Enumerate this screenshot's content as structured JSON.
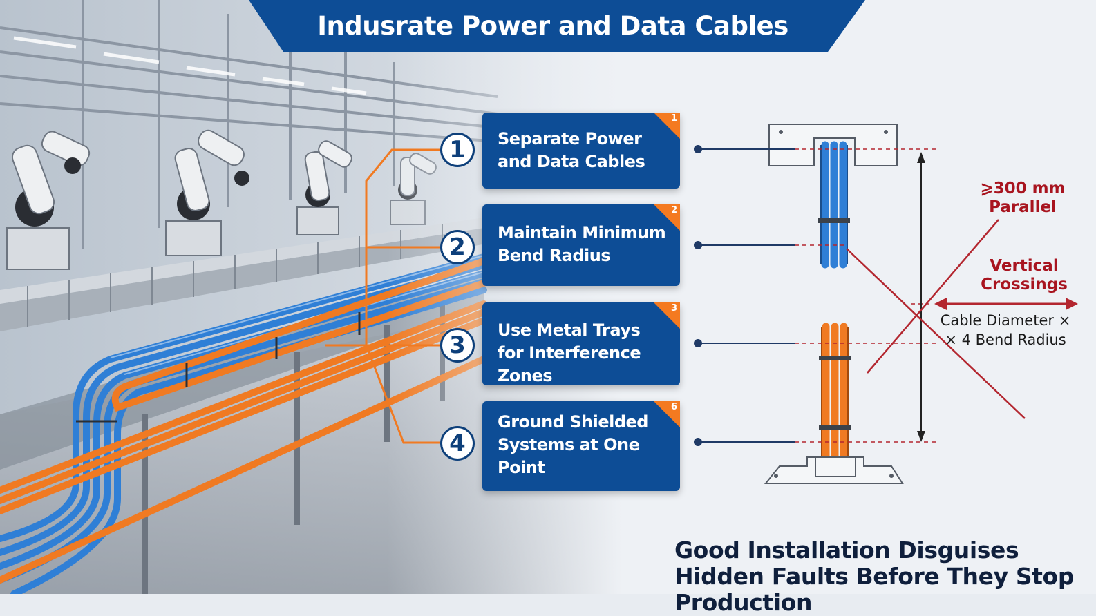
{
  "title": "Indusrate Power and Data Cables",
  "steps": [
    {
      "badge": "1",
      "tag": "1",
      "text": "Separate Power and Data Cables"
    },
    {
      "badge": "2",
      "tag": "2",
      "text": "Maintain Minimum Bend Radius"
    },
    {
      "badge": "3",
      "tag": "3",
      "text": "Use Metal Trays for Interference Zones"
    },
    {
      "badge": "4",
      "tag": "6",
      "text": "Ground Shielded Systems at One Point"
    }
  ],
  "diagram": {
    "parallel_label": "⩾300 mm Parallel",
    "crossing_label": "Vertical Crossings",
    "dimension_note": "Cable Diameter × × 4 Bend Radius"
  },
  "footer": "Good Installation Disguises Hidden Faults Before They Stop Production",
  "colors": {
    "banner": "#0d4d96",
    "card": "#0d4d96",
    "card_tag": "#f47a20",
    "data_cable": "#2f7fd6",
    "power_cable": "#f07a22",
    "warning_red": "#a8141f"
  }
}
